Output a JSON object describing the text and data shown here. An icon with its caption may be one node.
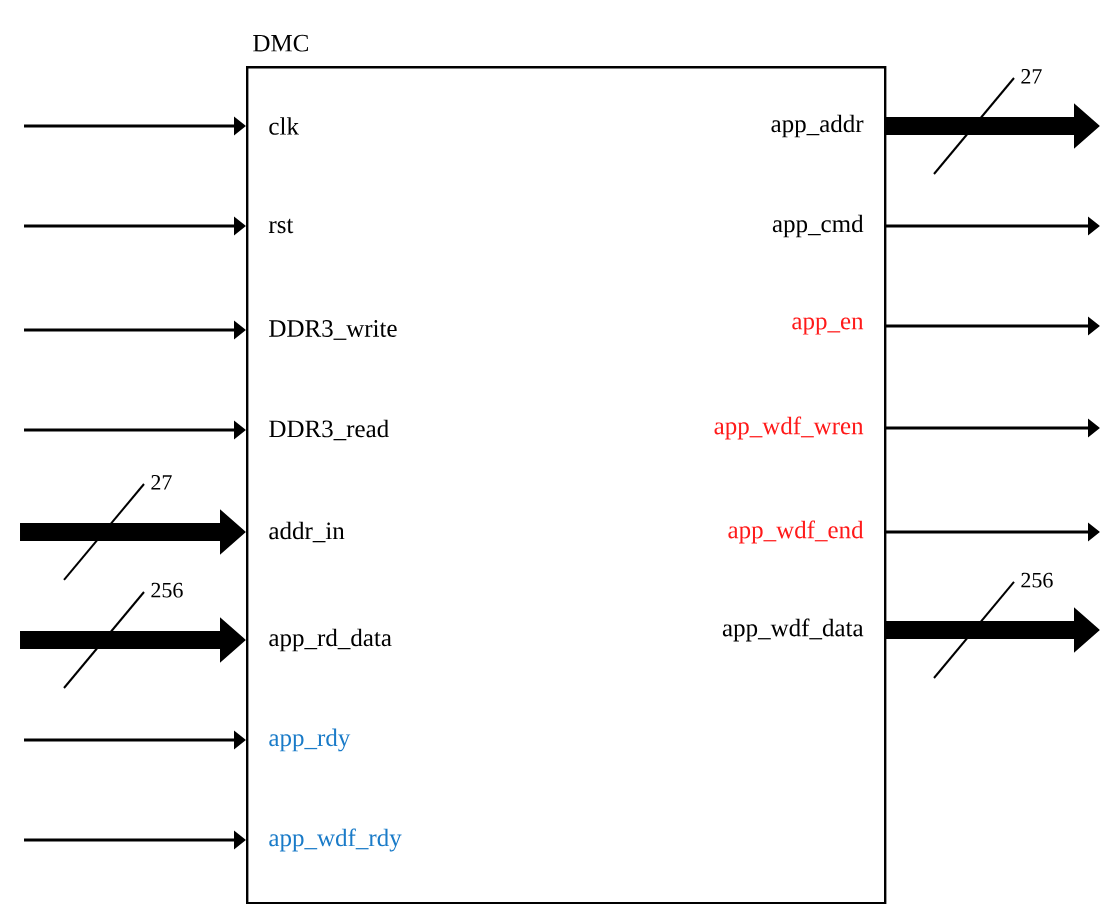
{
  "diagram": {
    "nodes": [
      {
        "text": [
          "DMC"
        ]
      },
      {
        "text": [
          "clk"
        ],
        "in": 0
      },
      {
        "text": [
          "rst"
        ],
        "in": 0
      },
      {
        "text": [
          "DDR3_write"
        ],
        "in": 0
      },
      {
        "text": [
          "DDR3_read"
        ],
        "in": 0
      },
      {
        "text": [
          "addr_in"
        ],
        "in": 0
      },
      {
        "text": [
          "app_rd_data"
        ],
        "in": 0
      },
      {
        "text": [
          "app_rdy"
        ],
        "in": 0
      },
      {
        "text": [
          "app_wdf_rdy"
        ],
        "in": 0
      },
      {
        "text": [
          "app_addr"
        ],
        "in": 0
      },
      {
        "text": [
          "app_cmd"
        ],
        "in": 0
      },
      {
        "text": [
          "app_en"
        ],
        "in": 0
      },
      {
        "text": [
          "app_wdf_wren"
        ],
        "in": 0
      },
      {
        "text": [
          "app_wdf_end"
        ],
        "in": 0
      },
      {
        "text": [
          "app_wdf_data"
        ],
        "in": 0
      }
    ],
    "edges": [
      {
        "from": null,
        "to": 1,
        "arrow": "to"
      },
      {
        "from": null,
        "to": 2,
        "arrow": "to"
      },
      {
        "from": null,
        "to": 3,
        "arrow": "to"
      },
      {
        "from": null,
        "to": 4,
        "arrow": "to"
      },
      {
        "from": null,
        "to": 5,
        "arrow": "to",
        "style": "thick",
        "label": "27"
      },
      {
        "from": null,
        "to": 6,
        "arrow": "to",
        "style": "thick",
        "label": "256"
      },
      {
        "from": null,
        "to": 7,
        "arrow": "to"
      },
      {
        "from": null,
        "to": 8,
        "arrow": "to"
      },
      {
        "from": 9,
        "to": null,
        "arrow": "to",
        "style": "thick",
        "label": "27"
      },
      {
        "from": 10,
        "to": null,
        "arrow": "to"
      },
      {
        "from": 11,
        "to": null,
        "arrow": "to"
      },
      {
        "from": 12,
        "to": null,
        "arrow": "to"
      },
      {
        "from": 13,
        "to": null,
        "arrow": "to"
      },
      {
        "from": 14,
        "to": null,
        "arrow": "to",
        "style": "thick",
        "label": "256"
      }
    ]
  }
}
